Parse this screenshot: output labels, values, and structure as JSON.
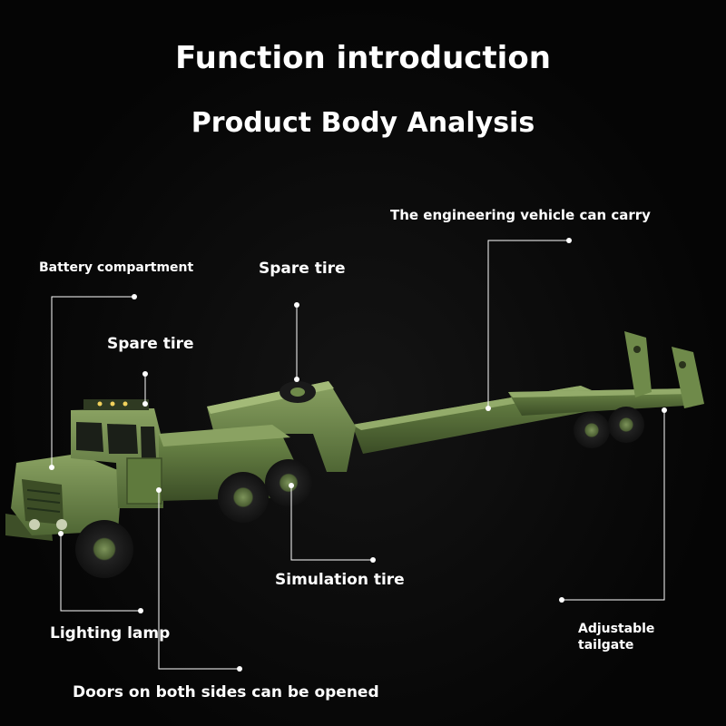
{
  "heading": {
    "title": "Function introduction",
    "subtitle": "Product Body Analysis"
  },
  "callouts": {
    "battery": "Battery compartment",
    "spare_tire_top": "Spare tire",
    "spare_tire_left": "Spare tire",
    "engineering": "The engineering vehicle can carry",
    "simulation_tire": "Simulation tire",
    "lighting_lamp": "Lighting lamp",
    "tailgate_line1": "Adjustable",
    "tailgate_line2": "tailgate",
    "doors": "Doors on both sides can be opened"
  },
  "colors": {
    "background": "#050505",
    "truck_green": "#6f8a4a",
    "callout_line": "#ffffff"
  }
}
